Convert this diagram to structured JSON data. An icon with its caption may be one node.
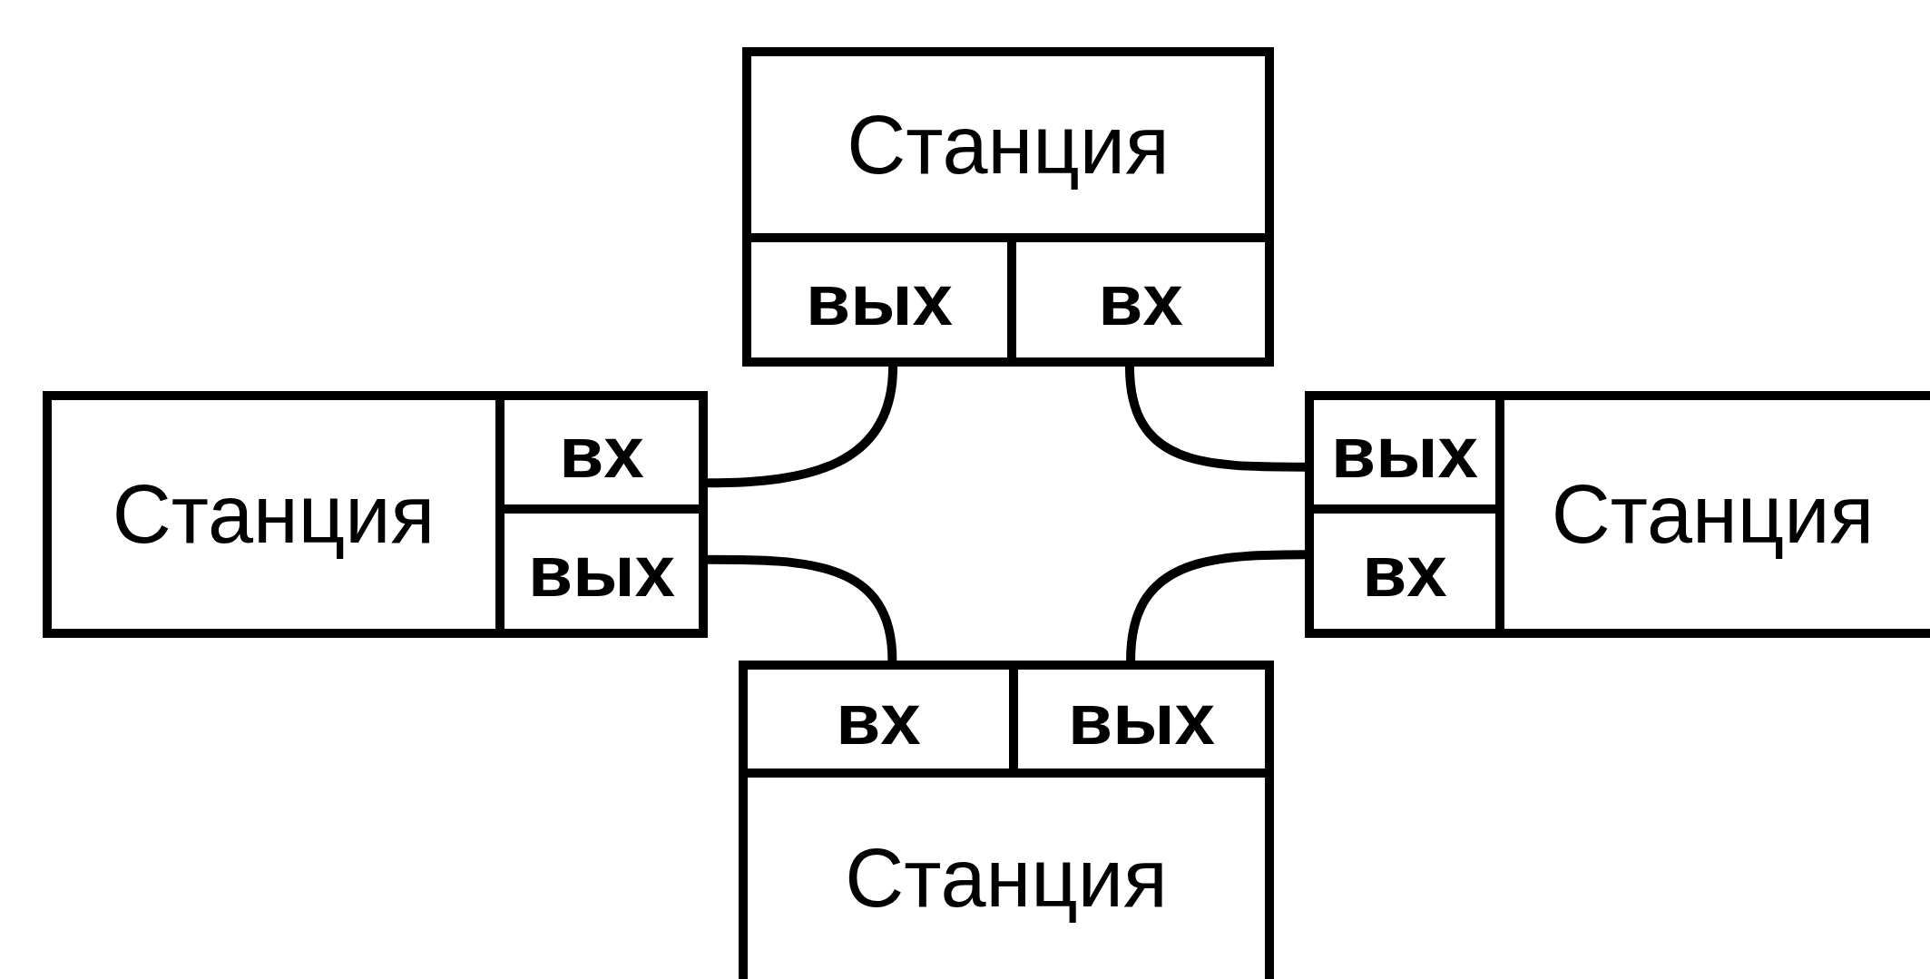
{
  "diagram": {
    "nodes": [
      {
        "text": [
          "Станция"
        ]
      },
      {
        "text": [
          "вых"
        ],
        "in": 0
      },
      {
        "text": [
          "вх"
        ],
        "in": 0
      },
      {
        "text": [
          "Станция"
        ]
      },
      {
        "text": [
          "вх"
        ],
        "in": 3
      },
      {
        "text": [
          "вых"
        ],
        "in": 3
      },
      {
        "text": [
          "Станция"
        ]
      },
      {
        "text": [
          "вых"
        ],
        "in": 6
      },
      {
        "text": [
          "вх"
        ],
        "in": 6
      },
      {
        "text": [
          "Станция"
        ]
      },
      {
        "text": [
          "вх"
        ],
        "in": 9
      },
      {
        "text": [
          "вых"
        ],
        "in": 9
      }
    ],
    "edges": [
      {
        "from": 1,
        "to": 4,
        "arrow": "none"
      },
      {
        "from": 7,
        "to": 2,
        "arrow": "none"
      },
      {
        "from": 5,
        "to": 10,
        "arrow": "none"
      },
      {
        "from": 11,
        "to": 8,
        "arrow": "none"
      }
    ]
  }
}
